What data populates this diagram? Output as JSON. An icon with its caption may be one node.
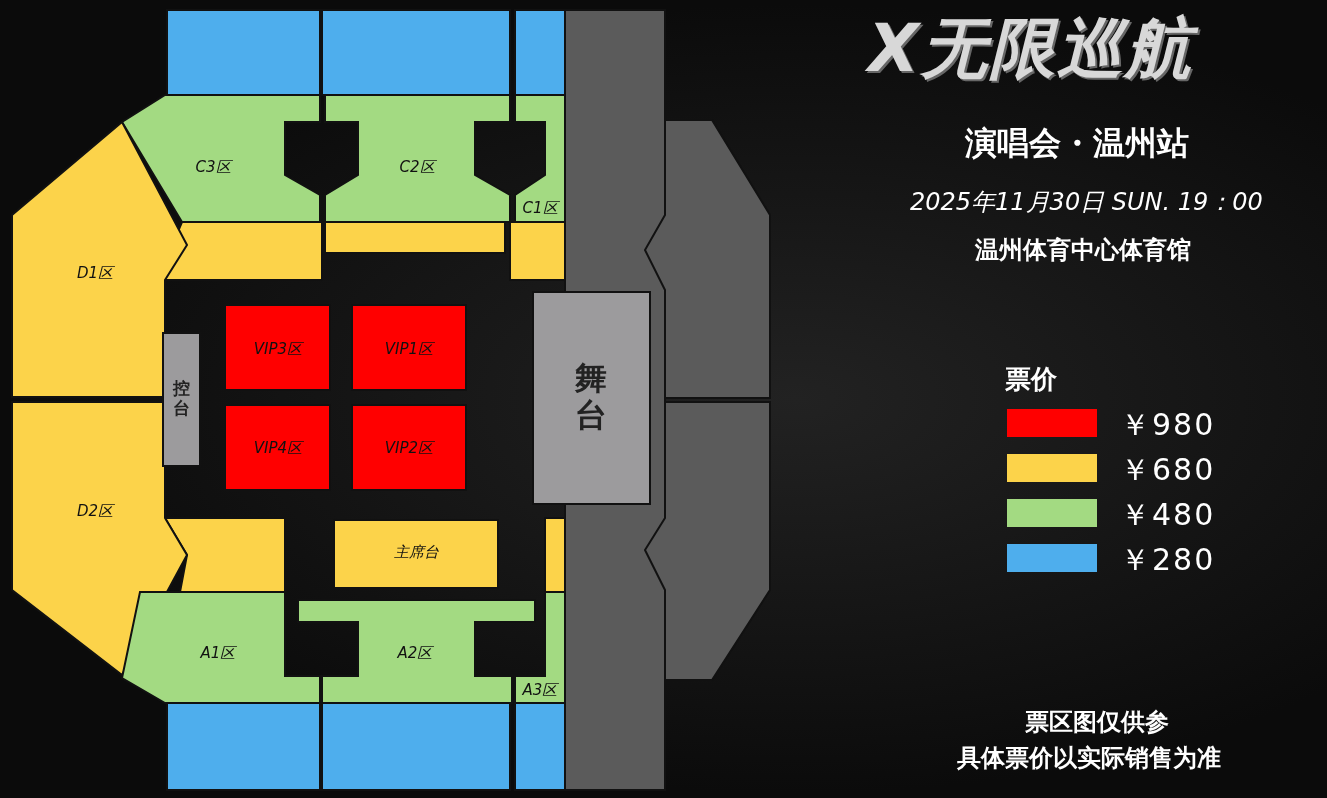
{
  "diagram": {
    "title": "X无限巡航",
    "nodes": [
      {
        "text": [
          "C3区"
        ]
      },
      {
        "text": [
          "C2区"
        ]
      },
      {
        "text": [
          "C1区"
        ]
      },
      {
        "text": [
          "D1区"
        ]
      },
      {
        "text": [
          "D2区"
        ]
      },
      {
        "text": [
          "控台"
        ]
      },
      {
        "text": [
          "VIP3区"
        ]
      },
      {
        "text": [
          "VIP1区"
        ]
      },
      {
        "text": [
          "VIP4区"
        ]
      },
      {
        "text": [
          "VIP2区"
        ]
      },
      {
        "text": [
          "舞台"
        ]
      },
      {
        "text": [
          "主席台"
        ]
      },
      {
        "text": [
          "A1区"
        ]
      },
      {
        "text": [
          "A2区"
        ]
      },
      {
        "text": [
          "A3区"
        ]
      }
    ],
    "labels": [
      "演唱会・温州站",
      "2025年11月30日 SUN. 19：00",
      "温州体育中心体育馆",
      "票价",
      "票区图仅供参",
      "具体票价以实际销售为准"
    ],
    "legend": [
      {
        "text": "￥980",
        "color": "#ff0000"
      },
      {
        "text": "￥680",
        "color": "#fcd34a"
      },
      {
        "text": "￥480",
        "color": "#a3da82"
      },
      {
        "text": "￥280",
        "color": "#4eaeed"
      }
    ]
  }
}
